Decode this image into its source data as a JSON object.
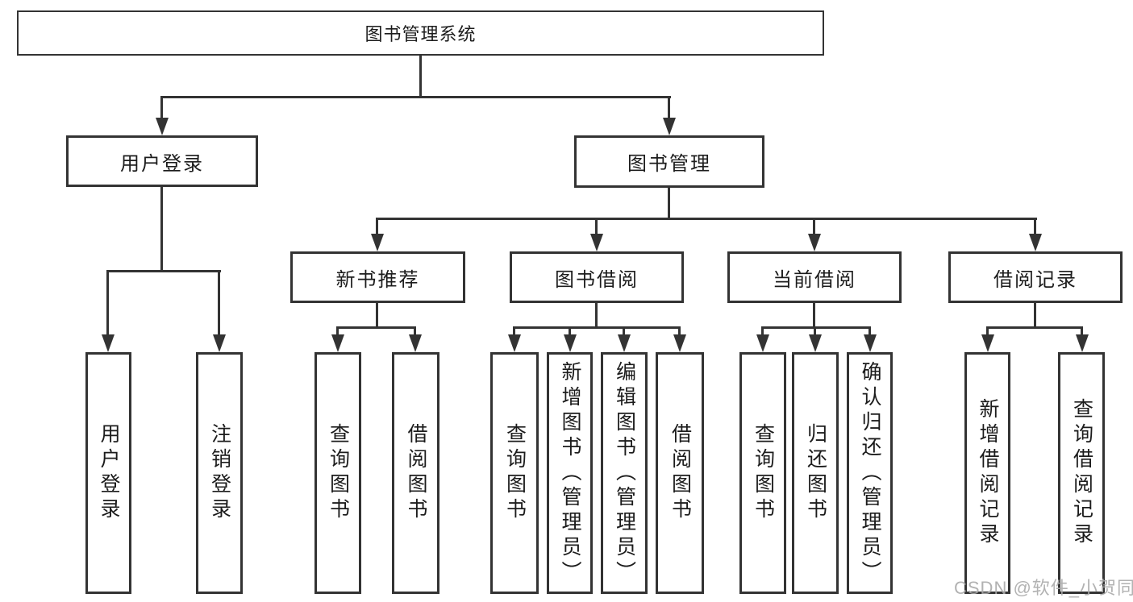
{
  "diagram": {
    "root": {
      "label": "图书管理系统"
    },
    "level2": [
      {
        "label": "用户登录"
      },
      {
        "label": "图书管理"
      }
    ],
    "level3": [
      {
        "label": "新书推荐"
      },
      {
        "label": "图书借阅"
      },
      {
        "label": "当前借阅"
      },
      {
        "label": "借阅记录"
      }
    ],
    "leaves": [
      {
        "label": "用户登录"
      },
      {
        "label": "注销登录"
      },
      {
        "label": "查询图书"
      },
      {
        "label": "借阅图书"
      },
      {
        "label": "查询图书"
      },
      {
        "label": "新增图书（管理员）"
      },
      {
        "label": "编辑图书（管理员）"
      },
      {
        "label": "借阅图书"
      },
      {
        "label": "查询图书"
      },
      {
        "label": "归还图书"
      },
      {
        "label": "确认归还（管理员）"
      },
      {
        "label": "新增借阅记录"
      },
      {
        "label": "查询借阅记录"
      }
    ]
  },
  "watermark": {
    "text": "CSDN @软件_小贺同学"
  },
  "colors": {
    "line": "#333333",
    "text": "#1c1c1c",
    "background": "#ffffff",
    "watermark": "#aaaaaa"
  }
}
